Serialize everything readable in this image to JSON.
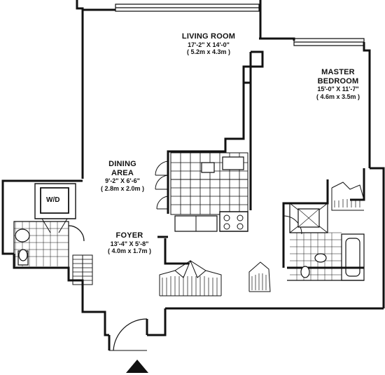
{
  "rooms": {
    "living_room": {
      "name": "LIVING ROOM",
      "dim_imperial": "17'-2\" X 14'-0\"",
      "dim_metric": "( 5.2m x 4.3m )"
    },
    "master_bedroom": {
      "name_line1": "MASTER",
      "name_line2": "BEDROOM",
      "dim_imperial": "15'-0\" X 11'-7\"",
      "dim_metric": "( 4.6m x 3.5m )"
    },
    "dining_area": {
      "name_line1": "DINING",
      "name_line2": "AREA",
      "dim_imperial": "9'-2\" X 6'-6\"",
      "dim_metric": "( 2.8m x 2.0m )"
    },
    "foyer": {
      "name": "FOYER",
      "dim_imperial": "13'-4\" X 5'-8\"",
      "dim_metric": "( 4.0m x 1.7m )"
    }
  },
  "fixtures": {
    "washer_dryer": "W/D"
  },
  "colors": {
    "ink": "#111111",
    "background": "#ffffff"
  },
  "icons": {
    "entry_marker": "entry-arrow-icon"
  }
}
